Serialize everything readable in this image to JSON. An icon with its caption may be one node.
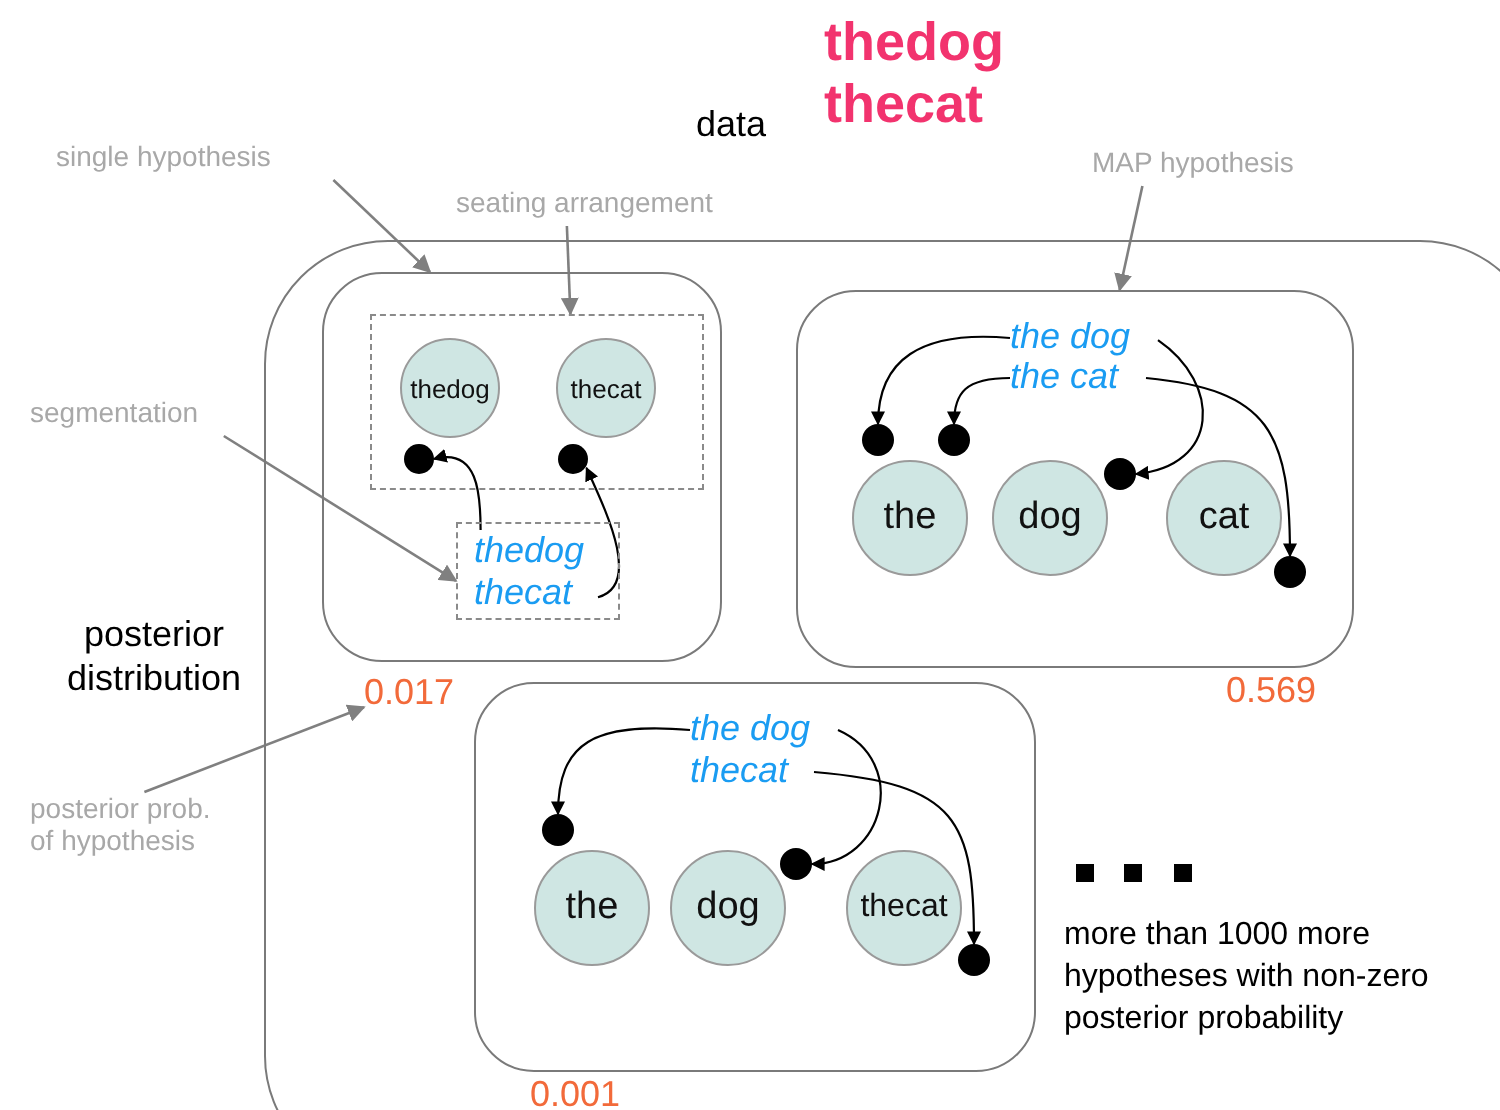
{
  "diagram": {
    "nodes": [
      {
        "text": [
          "posterior distribution"
        ]
      },
      {
        "text": [],
        "shape": "box",
        "in": 0
      },
      {
        "text": [],
        "shape": "box",
        "in": 1
      },
      {
        "text": [
          "thedog"
        ],
        "in": 2
      },
      {
        "text": [
          "thecat"
        ],
        "in": 2
      },
      {
        "text": [],
        "shape": "circle",
        "in": 2
      },
      {
        "text": [],
        "shape": "circle",
        "in": 2
      },
      {
        "text": [],
        "shape": "box",
        "in": 1
      },
      {
        "text": [
          "thedog"
        ],
        "in": 7
      },
      {
        "text": [
          "thecat"
        ],
        "in": 7
      },
      {
        "text": [],
        "shape": "box",
        "in": 0,
        "beside": [
          "0.569"
        ]
      },
      {
        "text": [
          "the dog"
        ],
        "in": 10
      },
      {
        "text": [
          "the cat"
        ],
        "in": 10
      },
      {
        "text": [
          "the"
        ],
        "in": 10
      },
      {
        "text": [
          "dog"
        ],
        "in": 10
      },
      {
        "text": [
          "cat"
        ],
        "in": 10
      },
      {
        "text": [],
        "shape": "circle",
        "in": 10
      },
      {
        "text": [],
        "shape": "circle",
        "in": 10
      },
      {
        "text": [],
        "shape": "circle",
        "in": 10
      },
      {
        "text": [],
        "shape": "circle",
        "in": 10
      },
      {
        "text": [],
        "shape": "box",
        "in": 0,
        "beside": [
          "0.001"
        ]
      },
      {
        "text": [
          "the dog"
        ],
        "in": 20
      },
      {
        "text": [
          "thecat"
        ],
        "in": 20
      },
      {
        "text": [
          "the"
        ],
        "in": 20
      },
      {
        "text": [
          "dog"
        ],
        "in": 20
      },
      {
        "text": [
          "thecat"
        ],
        "in": 20
      },
      {
        "text": [],
        "shape": "circle",
        "in": 20
      },
      {
        "text": [],
        "shape": "circle",
        "in": 20
      },
      {
        "text": [],
        "shape": "circle",
        "in": 20
      },
      {
        "text": [
          "0.017"
        ],
        "in": 0
      },
      {
        "text": [
          "single hypothesis"
        ]
      },
      {
        "text": [
          "seating arrangement"
        ]
      },
      {
        "text": [
          "segmentation"
        ]
      },
      {
        "text": [
          "MAP hypothesis"
        ]
      },
      {
        "text": [
          "posterior prob. of hypothesis"
        ]
      }
    ],
    "edges": [
      {
        "from": 8,
        "to": 5,
        "arrow": "to"
      },
      {
        "from": 9,
        "to": 6,
        "arrow": "to"
      },
      {
        "from": 11,
        "to": 16,
        "arrow": "to"
      },
      {
        "from": 12,
        "to": 17,
        "arrow": "to"
      },
      {
        "from": 11,
        "to": 18,
        "arrow": "to"
      },
      {
        "from": 12,
        "to": 19,
        "arrow": "to"
      },
      {
        "from": 21,
        "to": 26,
        "arrow": "to"
      },
      {
        "from": 21,
        "to": 27,
        "arrow": "to"
      },
      {
        "from": 22,
        "to": 28,
        "arrow": "to"
      },
      {
        "from": 30,
        "to": 1,
        "arrow": "to",
        "color": "#808080"
      },
      {
        "from": 31,
        "to": 2,
        "arrow": "to",
        "color": "#808080"
      },
      {
        "from": 32,
        "to": 7,
        "arrow": "to",
        "color": "#808080"
      },
      {
        "from": 33,
        "to": 10,
        "arrow": "to",
        "color": "#808080"
      },
      {
        "from": 34,
        "to": 29,
        "arrow": "to",
        "color": "#808080"
      }
    ],
    "labels": [
      "data",
      "thedog thecat",
      "more than 1000 more hypotheses with non-zero posterior probability"
    ]
  }
}
